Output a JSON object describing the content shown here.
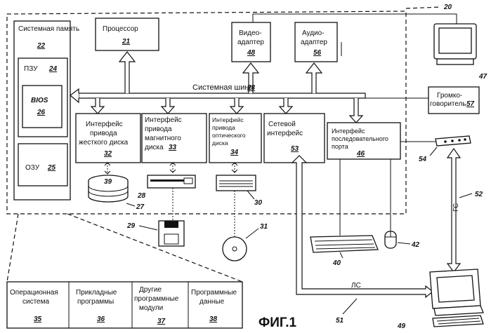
{
  "figure_title": "ФИГ.1",
  "computer_ref": "20",
  "system_memory": {
    "label": "Системная память",
    "ref": "22"
  },
  "rom": {
    "label": "ПЗУ",
    "ref": "24"
  },
  "bios": {
    "label": "BIOS",
    "ref": "26"
  },
  "ram": {
    "label": "ОЗУ",
    "ref": "25"
  },
  "processor": {
    "label": "Процессор",
    "ref": "21"
  },
  "video_adapter": {
    "line1": "Видео-",
    "line2": "адаптер",
    "ref": "48"
  },
  "audio_adapter": {
    "line1": "Аудио-",
    "line2": "адаптер",
    "ref": "56"
  },
  "system_bus": {
    "label": "Системная шина",
    "ref": "23"
  },
  "hdd_interface": {
    "line1": "Интерфейс",
    "line2": "привода",
    "line3": "жесткого диска",
    "ref": "32"
  },
  "fdd_interface": {
    "line1": "Интерфейс",
    "line2": "привода",
    "line3": "магнитного",
    "line4": "диска",
    "ref": "33"
  },
  "odd_interface": {
    "line1": "Интерфейс",
    "line2": "привода",
    "line3": "оптического",
    "line4": "диска",
    "ref": "34"
  },
  "network_interface": {
    "line1": "Сетевой",
    "line2": "интерфейс",
    "ref": "53"
  },
  "serial_interface": {
    "line1": "Интерфейс",
    "line2": "последовательного",
    "line3": "порта",
    "ref": "46"
  },
  "speaker": {
    "line1": "Громко-",
    "line2": "говоритель",
    "ref": "57"
  },
  "monitor_ref": "47",
  "hard_disk_ref": "39",
  "hdd_stack_ref": "27",
  "floppy_drive_ref": "28",
  "floppy_disk_ref": "29",
  "optical_drive_ref": "30",
  "optical_disk_ref": "31",
  "keyboard_ref": "40",
  "mouse_ref": "42",
  "modem_ref": "54",
  "wan": {
    "label": "ГС",
    "ref": "52"
  },
  "lan": {
    "label": "ЛС",
    "ref": "51"
  },
  "remote_computer_ref": "49",
  "software_boxes": [
    {
      "line1": "Операционная",
      "line2": "система",
      "line3": "",
      "ref": "35"
    },
    {
      "line1": "Прикладные",
      "line2": "программы",
      "line3": "",
      "ref": "36"
    },
    {
      "line1": "Другие",
      "line2": "программные",
      "line3": "модули",
      "ref": "37"
    },
    {
      "line1": "Программные",
      "line2": "данные",
      "line3": "",
      "ref": "38"
    }
  ]
}
